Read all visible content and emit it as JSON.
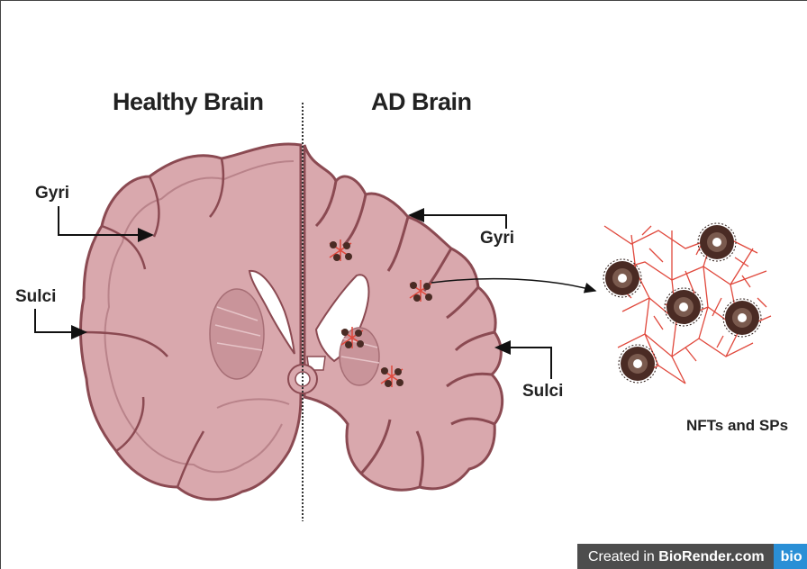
{
  "titles": {
    "healthy": "Healthy Brain",
    "ad": "AD Brain"
  },
  "labels": {
    "gyri_left": "Gyri",
    "sulci_left": "Sulci",
    "gyri_right": "Gyri",
    "sulci_right": "Sulci",
    "nfts_sps": "NFTs and SPs"
  },
  "watermark": {
    "prefix": "Created in",
    "brand": "BioRender.com",
    "logo": "bio"
  },
  "colors": {
    "tissue": "#d9a8ad",
    "tissue_dark": "#b9838a",
    "outline": "#8b4a52",
    "ventricle": "#ffffff",
    "plaque": "#4a2b24",
    "tangle": "#e0483c"
  }
}
